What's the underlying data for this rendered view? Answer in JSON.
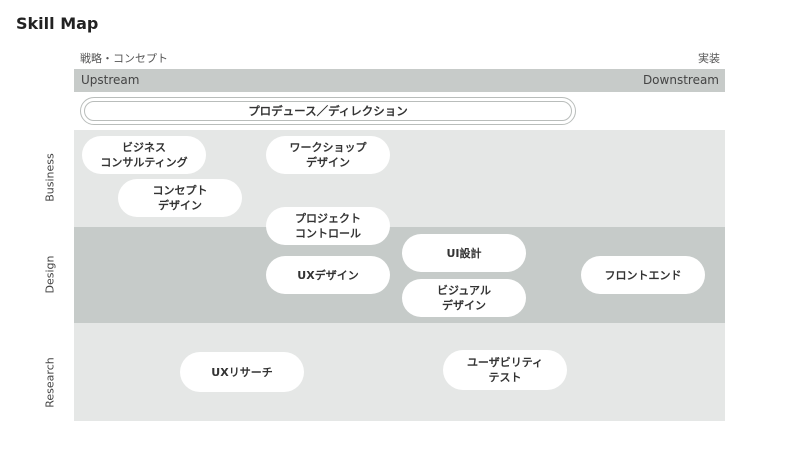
{
  "title": "Skill Map",
  "axis": {
    "left_label": "戦略・コンセプト",
    "right_label": "実装",
    "upstream": "Upstream",
    "downstream": "Downstream"
  },
  "rows": {
    "business": "Business",
    "design": "Design",
    "research": "Research"
  },
  "producer": "プロデュース／ディレクション",
  "skills": {
    "business_consulting": "ビジネス\nコンサルティング",
    "workshop_design": "ワークショップ\nデザイン",
    "concept_design": "コンセプト\nデザイン",
    "project_control": "プロジェクト\nコントロール",
    "ux_design": "UXデザイン",
    "ui_design": "UI設計",
    "visual_design": "ビジュアル\nデザイン",
    "frontend": "フロントエンド",
    "ux_research": "UXリサーチ",
    "usability_test": "ユーザビリティ\nテスト"
  },
  "colors": {
    "band_light": "#e5e7e6",
    "band_dark": "#c6cbc9",
    "pill": "#ffffff"
  }
}
